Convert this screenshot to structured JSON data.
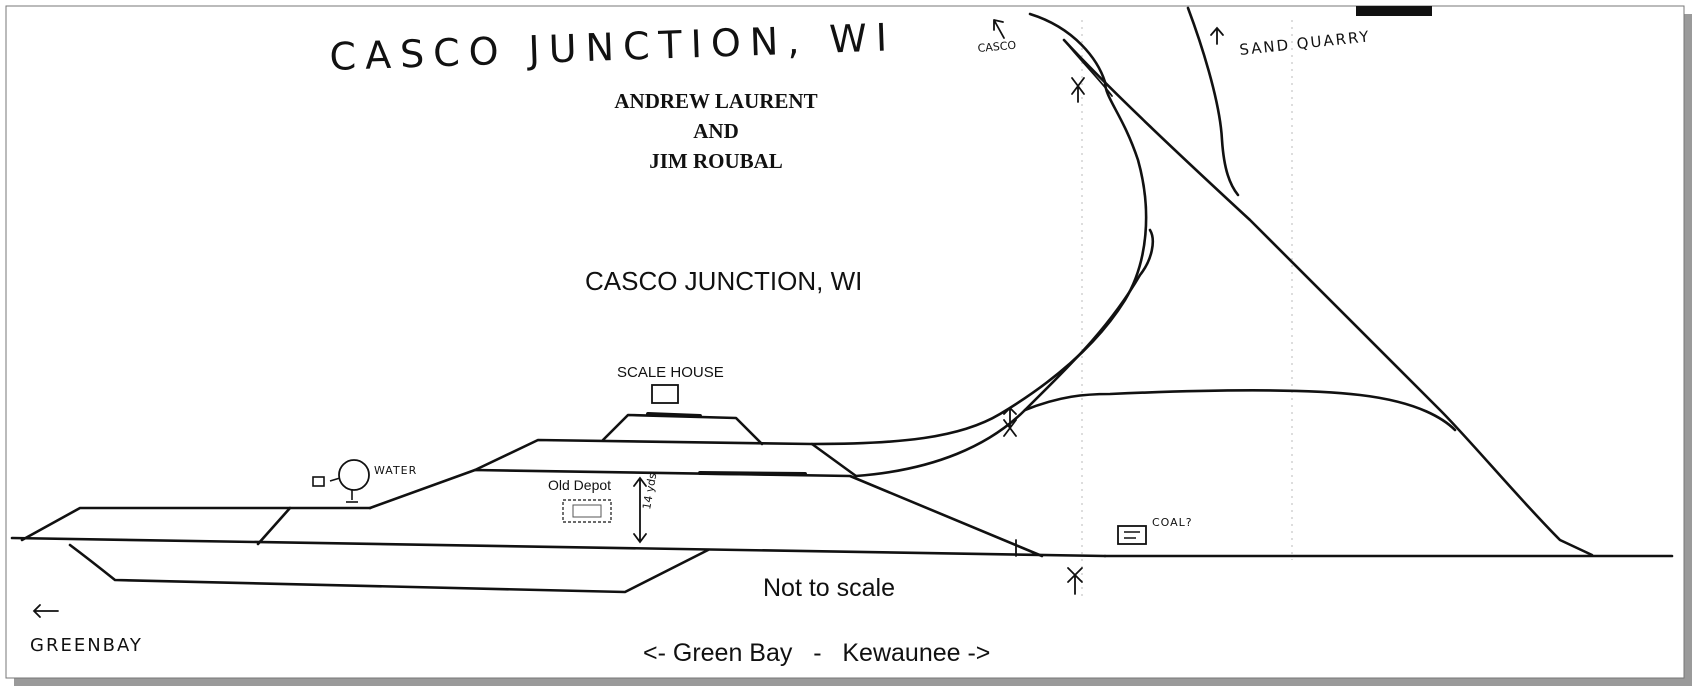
{
  "title": {
    "handwritten": "CASCO JUNCTION, WI",
    "typed": "CASCO JUNCTION, WI"
  },
  "authors": [
    "ANDREW LAURENT",
    "AND",
    "JIM ROUBAL"
  ],
  "labels": {
    "casco": "CASCO",
    "sand_quarry": "SAND QUARRY",
    "scale_house": "SCALE HOUSE",
    "water": "WATER",
    "old_depot": "Old Depot",
    "depot_yards": "14 yds",
    "coal": "COAL?",
    "green_bay_handwritten": "GREENBAY",
    "not_to_scale": "Not to scale",
    "direction": "<- Green Bay   -   Kewaunee ->"
  },
  "icons": {
    "crossing_marker": "x-arrow-icon",
    "water_tank": "water-tank-icon",
    "coal_bin": "coal-bin-icon",
    "scale_house": "scale-house-icon"
  }
}
